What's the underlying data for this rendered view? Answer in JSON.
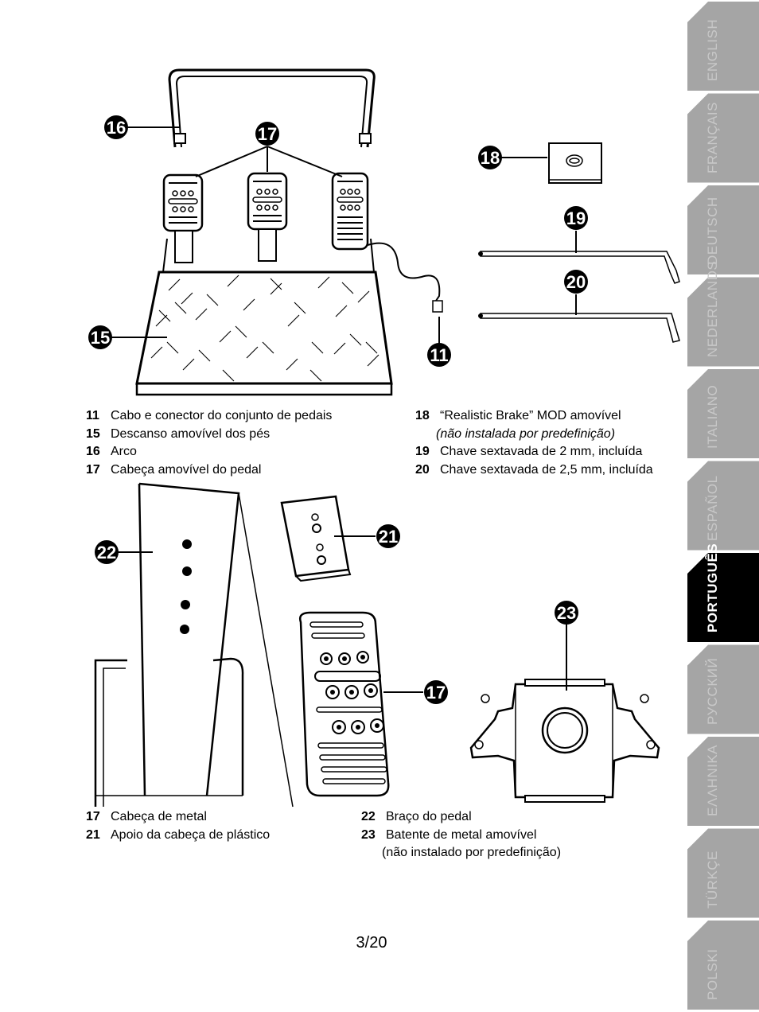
{
  "legend_top": [
    {
      "num": "11",
      "text": "Cabo e conector do conjunto de pedais"
    },
    {
      "num": "15",
      "text": "Descanso amovível dos pés"
    },
    {
      "num": "16",
      "text": "Arco"
    },
    {
      "num": "17",
      "text": "Cabeça amovível do pedal"
    }
  ],
  "legend_top_right": [
    {
      "num": "18",
      "text": "“Realistic Brake” MOD amovível"
    },
    {
      "num": "",
      "text": "(não instalada por predefinição)"
    },
    {
      "num": "19",
      "text": "Chave sextavada de 2 mm, incluída"
    },
    {
      "num": "20",
      "text": "Chave sextavada de 2,5 mm, incluída"
    }
  ],
  "legend_bottom_left": [
    {
      "num": "17",
      "text": "Cabeça de metal"
    },
    {
      "num": "21",
      "text": "Apoio da cabeça de plástico"
    }
  ],
  "legend_bottom_right": [
    {
      "num": "22",
      "text": "Braço do pedal"
    },
    {
      "num": "23",
      "text": "Batente de metal amovível"
    },
    {
      "num": "",
      "text": "(não instalado por predefinição)"
    }
  ],
  "callouts": {
    "c11": "11",
    "c15": "15",
    "c16": "16",
    "c17": "17",
    "c18": "18",
    "c19": "19",
    "c20": "20",
    "c21": "21",
    "c22": "22",
    "c23": "23",
    "c17b": "17"
  },
  "page_number": "3/20",
  "language_tabs": [
    {
      "label": "ENGLISH",
      "active": false
    },
    {
      "label": "FRANÇAIS",
      "active": false
    },
    {
      "label": "DEUTSCH",
      "active": false
    },
    {
      "label": "NEDERLANDS",
      "active": false
    },
    {
      "label": "ITALIANO",
      "active": false
    },
    {
      "label": "ESPAÑOL",
      "active": false
    },
    {
      "label": "PORTUGUÊS",
      "active": true
    },
    {
      "label": "РУССКИЙ",
      "active": false
    },
    {
      "label": "ΕΛΛΗΝΙΚΑ",
      "active": false
    },
    {
      "label": "TÜRKÇE",
      "active": false
    },
    {
      "label": "POLSKI",
      "active": false
    }
  ],
  "colors": {
    "tab_inactive": "#a5a5a5",
    "tab_active": "#000000",
    "tab_text_inactive": "#c8c8c8"
  }
}
